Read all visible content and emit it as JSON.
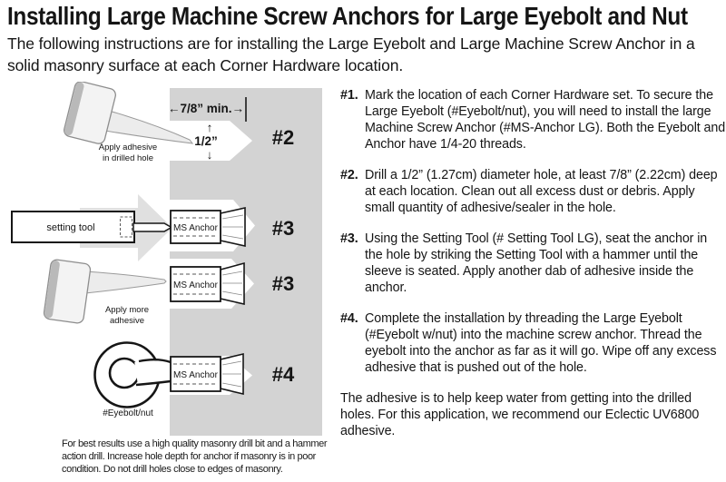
{
  "header": {
    "title": "Installing Large Machine Screw Anchors for Large Eyebolt and Nut",
    "subtitle": "The following instructions are for installing the Large Eyebolt and Large Machine Screw Anchor in a solid masonry surface at each Corner Hardware location."
  },
  "diagram": {
    "dim_width": "←7/8” min.→",
    "dim_depth": "1/2”",
    "arrow_up": "↑",
    "arrow_down": "↓",
    "step2": "#2",
    "step3": "#3",
    "step4": "#4",
    "ms_anchor": "MS Anchor",
    "setting_tool": "setting tool",
    "eyebolt": "#Eyebolt/nut",
    "apply_adhesive": [
      "Apply adhesive",
      "in drilled hole"
    ],
    "apply_more": [
      "Apply more",
      "adhesive"
    ],
    "footnote": "For best results use a high quality masonry drill bit and a hammer action drill. Increase hole depth for anchor if masonry is in poor condition. Do not drill holes close to edges of masonry."
  },
  "instructions": {
    "steps": [
      {
        "num": "#1.",
        "text": "Mark the location of each Corner Hardware set. To secure the Large Eyebolt (#Eyebolt/nut), you will need to install the large Machine Screw Anchor (#MS-Anchor LG). Both the Eyebolt and Anchor have 1/4-20 threads."
      },
      {
        "num": "#2.",
        "text": "Drill a 1/2” (1.27cm) diameter hole, at least 7/8” (2.22cm) deep at each location. Clean out all excess dust or debris. Apply small quantity of adhesive/sealer in the hole."
      },
      {
        "num": "#3.",
        "text": "Using the Setting Tool (# Setting Tool LG), seat the anchor in the hole by striking the Setting Tool with a hammer until the sleeve is seated. Apply another dab of adhesive inside the anchor."
      },
      {
        "num": "#4.",
        "text": "Complete the installation by threading the Large Eyebolt (#Eyebolt w/nut) into the machine screw anchor. Thread the eyebolt into the anchor as far as it will go. Wipe off any excess adhesive that is pushed out of the hole."
      }
    ],
    "closing": "The adhesive is to help keep water from getting into the drilled holes. For this application, we recommend our Eclectic UV6800 adhesive."
  },
  "colors": {
    "masonry_gray": "#d3d3d3",
    "arrow_gray": "#e0e0e0",
    "text_black": "#151515"
  }
}
